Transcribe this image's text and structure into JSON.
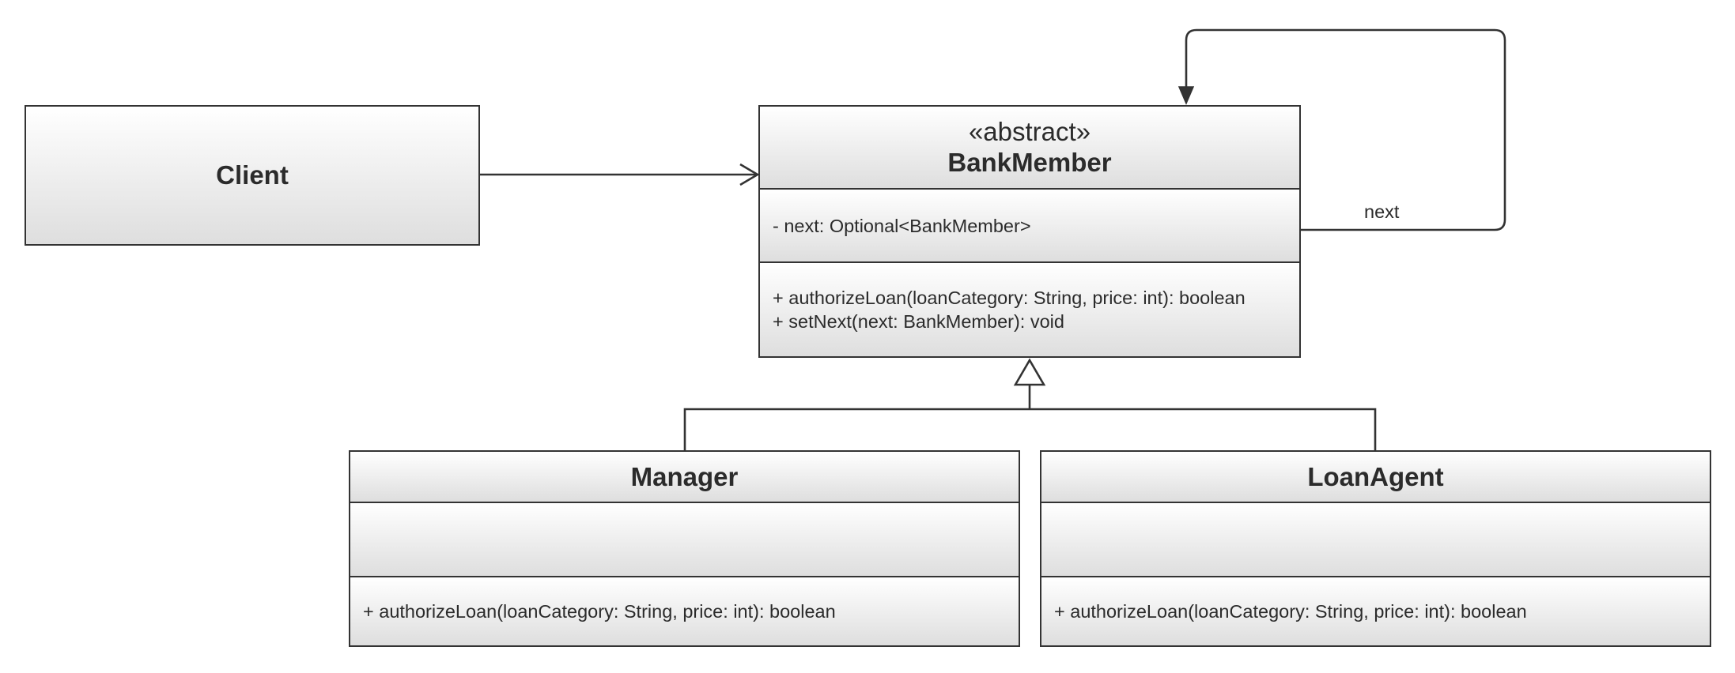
{
  "classes": {
    "client": {
      "name": "Client"
    },
    "bank_member": {
      "stereotype": "«abstract»",
      "name": "BankMember",
      "attributes": [
        "- next: Optional<BankMember>"
      ],
      "operations": [
        "+ authorizeLoan(loanCategory: String, price: int): boolean",
        "+ setNext(next: BankMember): void"
      ]
    },
    "manager": {
      "name": "Manager",
      "operations": [
        "+ authorizeLoan(loanCategory: String, price: int): boolean"
      ]
    },
    "loan_agent": {
      "name": "LoanAgent",
      "operations": [
        "+ authorizeLoan(loanCategory: String, price: int): boolean"
      ]
    }
  },
  "relationships": {
    "self_association": {
      "label": "next"
    }
  }
}
